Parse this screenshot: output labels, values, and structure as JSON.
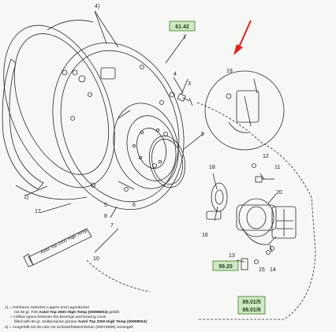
{
  "ref_boxes": {
    "top": "61.42",
    "mid": "99.20",
    "bottom_1": "88.01/5",
    "bottom_2": "88.01/6"
  },
  "part_numbers": {
    "p1": "1",
    "p3": "3",
    "p4": "4",
    "p5": "5",
    "p6": "6",
    "p7": "7",
    "p8": "8",
    "p9": "9",
    "p10": "10",
    "p11": "11",
    "p12": "12",
    "p13": "13",
    "p14": "14",
    "p15": "15",
    "p16": "16",
    "p17": "17",
    "p18": "18",
    "p19": "19",
    "p20": "20",
    "p1_note": "1)",
    "p4_top": "4)"
  },
  "grease_tube_text": "Autol Top 2000 High Temp",
  "notes": {
    "n1_marker": "1) =",
    "n1_line1": "Hohlraum zwischen Lagern und Lagerdeckel",
    "n1_line2_pre": "mit 50 gr.  Fett",
    "n1_line2_bold": "Autol Top 2000 High Temp (00998004)",
    "n1_line2_post": "gefüllt",
    "n1_line3": "= Hollow space between the bearings and bearing cover",
    "n1_line4_pre": "filled with 50 gr. multipurpose grease",
    "n1_line4_bold": "Autol Top 2000 High Temp (00998004)",
    "n1_line5": "2) = Ausgefüllt mit 25 Liter mit Schmierfettweinheiten (00076699) versiegelt"
  },
  "colors": {
    "line": "#2a2a2a",
    "ref_box_fill": "#cfe8c4",
    "ref_box_stroke": "#3d7a2b",
    "arrow": "#e0201b"
  }
}
